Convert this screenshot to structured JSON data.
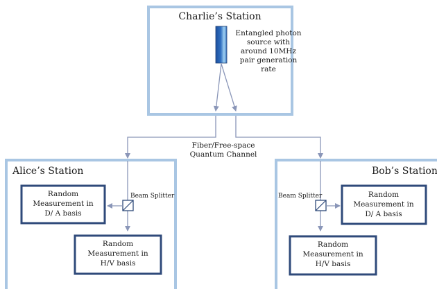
{
  "charlie": {
    "title": "Charlie’s Station",
    "source_lines": [
      "Entangled photon",
      "source with",
      "around 10MHz",
      "pair generation",
      "rate"
    ]
  },
  "channel": {
    "lines": [
      "Fiber/Free-space",
      "Quantum Channel"
    ]
  },
  "alice": {
    "title": "Alice’s Station",
    "beam_splitter": "Beam Splitter",
    "da_box": [
      "Random",
      "Measurement in",
      "D/ A basis"
    ],
    "hv_box": [
      "Random",
      "Measurement in",
      "H/V basis"
    ]
  },
  "bob": {
    "title": "Bob’s Station",
    "beam_splitter": "Beam Splitter",
    "da_box": [
      "Random",
      "Measurement in",
      "D/ A basis"
    ],
    "hv_box": [
      "Random",
      "Measurement in",
      "H/V basis"
    ]
  },
  "colors": {
    "station_border": "#a9c6e3",
    "box_border": "#2f4a7a",
    "line": "#8a96b8",
    "source_dark": "#1d4f9e",
    "source_light": "#9fd0f2"
  }
}
